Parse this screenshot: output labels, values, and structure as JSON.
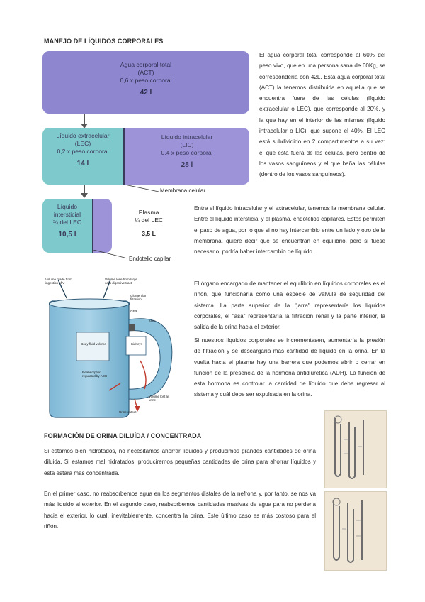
{
  "section1": {
    "title": "MANEJO DE LÍQUIDOS CORPORALES",
    "para1": "El agua corporal total corresponde al 60% del peso vivo, que en una persona sana de 60Kg, se correspondería con 42L. Esta agua corporal total (ACT) la tenemos distribuida en aquella que se encuentra fuera de las células (líquido extracelular o LEC), que corresponde al 20%, y la que hay en el interior de las mismas (líquido intracelular o LIC), que supone el 40%. El LEC está subdividido en 2 compartimentos a su vez: el que está fuera de las células, pero dentro de los vasos sanguíneos y el que baña las células (dentro de los vasos sanguíneos).",
    "para2": "Entre el líquido intracelular y el extracelular, tenemos la membrana celular. Entre el líquido intersticial y el plasma, endotelios capilares. Estos permiten el paso de agua, por lo que si no hay intercambio entre un lado y otro de la membrana, quiere decir que se encuentran en equilibrio, pero si fuese necesario, podría haber intercambio de líquido.",
    "para3": "El órgano encargado de mantener el equilibrio en líquidos corporales es el riñón, que funcionaría como una especie de válvula de seguridad del sistema. La parte superior de la \"jarra\" representaría los líquidos corporales, el \"asa\" representaría la filtración renal y la parte inferior, la salida de la orina hacia el exterior.",
    "para4": "Si nuestros líquidos corporales se incrementasen, aumentaría la presión de filtración y se descargaría más cantidad de líquido en la orina. En la vuelta hacia el plasma hay una barrera que podemos abrir o cerrar en función de la presencia de la hormona antidiurética (ADH). La función de esta hormona es controlar la cantidad de líquido que debe regresar al sistema y cuál debe ser expulsada en la orina."
  },
  "diagram_compartments": {
    "act": {
      "line1": "Agua corporal total",
      "line2": "(ACT)",
      "line3": "0,6 x peso corporal",
      "volume": "42 l"
    },
    "lec": {
      "line1": "Líquido extracelular",
      "line2": "(LEC)",
      "line3": "0,2 x peso corporal",
      "volume": "14 l"
    },
    "lic": {
      "line1": "Líquido intracelular",
      "line2": "(LIC)",
      "line3": "0,4 x peso corporal",
      "volume": "28 l"
    },
    "intersticial": {
      "line1": "Líquido",
      "line2": "intersticial",
      "line3": "¾ del LEC",
      "volume": "10,5 l"
    },
    "plasma": {
      "line1": "Plasma",
      "line2": "¼ del LEC",
      "volume": "3,5 L"
    },
    "membrana_label": "Membrana celular",
    "endotelio_label": "Endotelio capilar",
    "colors": {
      "act": "#8e87d0",
      "lec": "#7ec9cc",
      "lic": "#9c93d8"
    }
  },
  "diagram_jar": {
    "label_in1": "Volume made from ingestion of V",
    "label_in2": "Volume lose from large cells digestive tract",
    "label_body": "Body fluid volume",
    "label_kidney": "Kidneys",
    "label_gfr": "GFR",
    "label_adh": "ADH",
    "label_glom": "Glomerular filtration",
    "label_out": "Volume lost as urine",
    "label_reab": "Reabsorption regulated by ADH",
    "label_cl": "Urine output"
  },
  "section2": {
    "title": "FORMACIÓN DE ORINA DILUÍDA / CONCENTRADA",
    "para1": "Si estamos bien hidratados, no necesitamos ahorrar líquidos y producimos grandes cantidades de orina diluida. Si estamos mal hidratados, produciremos pequeñas cantidades de orina para ahorrar líquidos y esta estará más concentrada.",
    "para2": "En el primer caso, no reabsorbemos agua en los segmentos distales de la nefrona y, por tanto, se nos va más líquido al exterior. En el segundo caso, reabsorbemos cantidades masivas de agua para no perderla hacia el exterior, lo cual, inevitablemente, concentra la orina. Este último caso es más costoso para el riñón."
  }
}
